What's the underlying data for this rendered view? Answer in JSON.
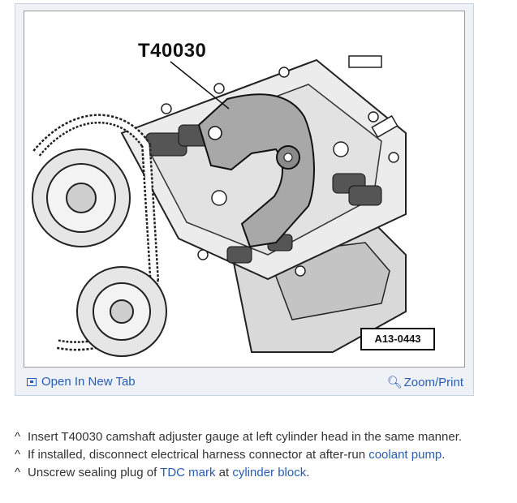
{
  "figure": {
    "callout_label": "T40030",
    "reference_label": "A13-0443"
  },
  "footer": {
    "open_tab_icon": "open-in-new-tab-icon",
    "open_tab_label": "Open In New Tab",
    "zoom_icon": "magnifier-icon",
    "zoom_label": "Zoom/Print"
  },
  "steps": {
    "marker": "^",
    "s1": {
      "text": "Insert T40030 camshaft adjuster gauge at left cylinder head in the same manner."
    },
    "s2": {
      "pre": "If installed, disconnect electrical harness connector at after-run ",
      "link": "coolant pump",
      "post": "."
    },
    "s3": {
      "pre": "Unscrew sealing plug of ",
      "link1": "TDC mark",
      "mid": " at ",
      "link2": "cylinder block",
      "post": "."
    }
  }
}
